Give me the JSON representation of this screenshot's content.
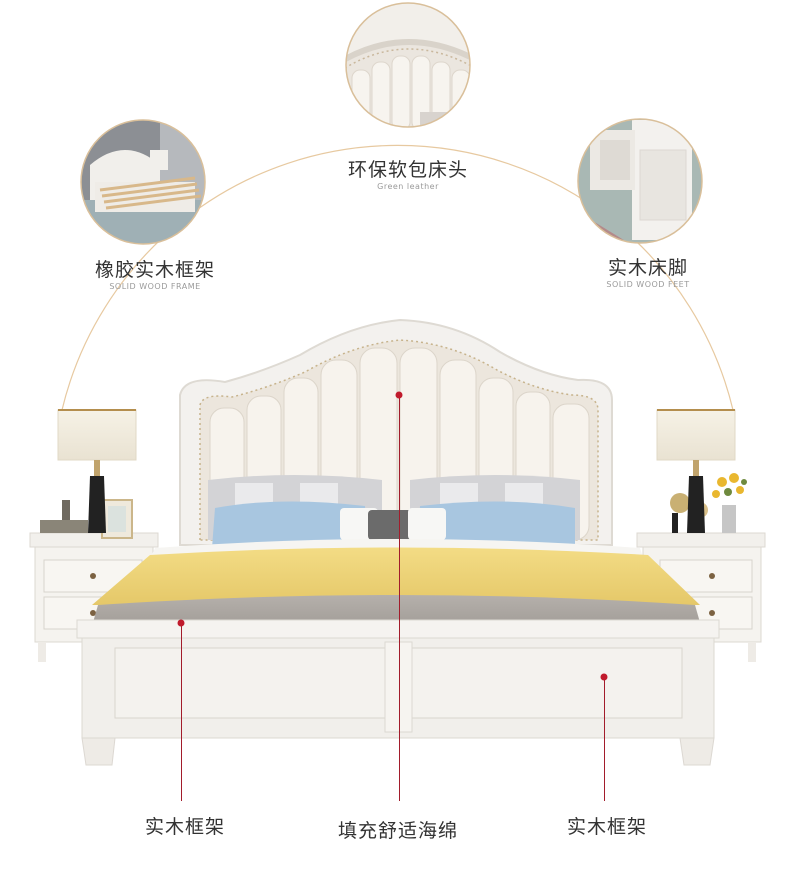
{
  "callouts": {
    "headboard": {
      "title": "环保软包床头",
      "subtitle": "Green leather"
    },
    "frame": {
      "title": "橡胶实木框架",
      "subtitle": "SOLID WOOD FRAME"
    },
    "feet": {
      "title": "实木床脚",
      "subtitle": "SOLID WOOD FEET"
    }
  },
  "bottom_labels": {
    "left": "实木框架",
    "center": "填充舒适海绵",
    "right": "实木框架"
  },
  "colors": {
    "accent_red": "#c01a2c",
    "arc_gold": "#e7c9a0",
    "bed_white": "#f3f1ee",
    "leather": "#efe9e1",
    "throw_yellow": "#efd57c",
    "pillow_blue": "#a8c6e0"
  }
}
